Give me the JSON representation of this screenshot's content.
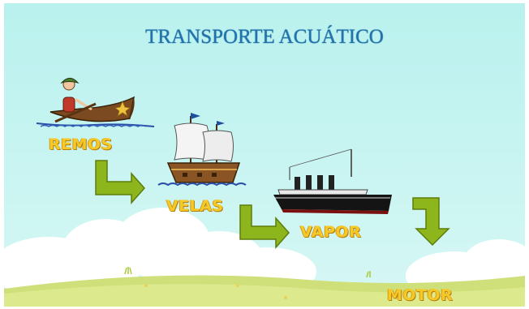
{
  "slide": {
    "title": "TRANSPORTE ACUÁTICO",
    "stages": [
      {
        "label": "REMOS",
        "icon": "rowboat-icon"
      },
      {
        "label": "VELAS",
        "icon": "sailing-ship-icon"
      },
      {
        "label": "VAPOR",
        "icon": "steamship-icon"
      },
      {
        "label": "MOTOR",
        "icon": "motor-icon"
      }
    ]
  },
  "colors": {
    "title": "#1f74ad",
    "label": "#f6c927",
    "arrow": "#8db51c",
    "sky": "#bff2ef",
    "ground": "#cfe07a"
  }
}
